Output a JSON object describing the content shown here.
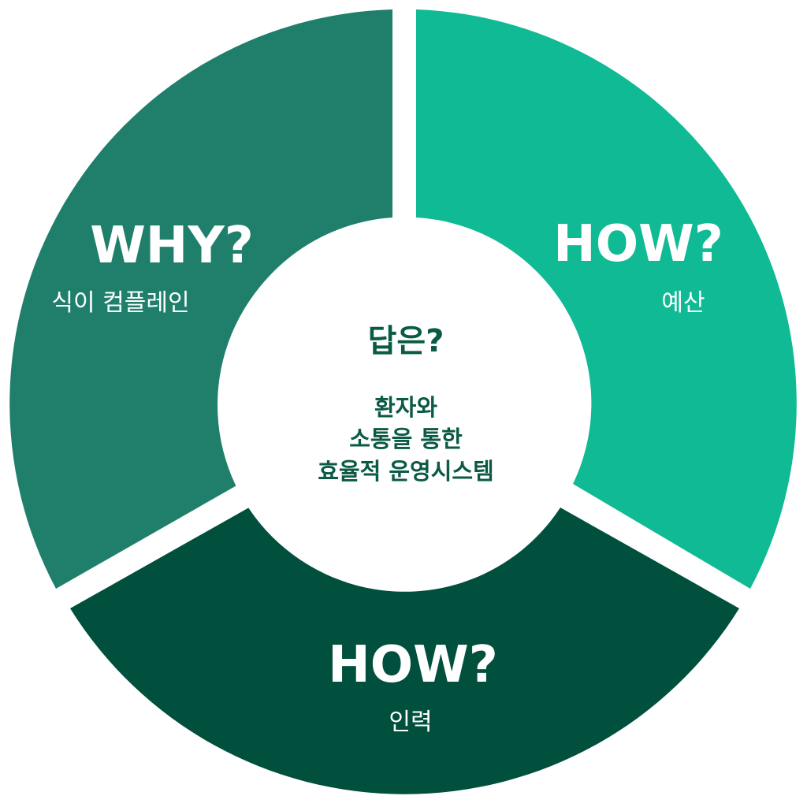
{
  "center": {
    "title": "답은?",
    "lines": [
      "환자와",
      "소통을 통한",
      "효율적 운영시스템"
    ]
  },
  "segments": [
    {
      "title": "WHY?",
      "subtitle": "식이 컴플레인",
      "color": "#1f7f6b"
    },
    {
      "title": "HOW?",
      "subtitle": "예산",
      "color": "#0fba94"
    },
    {
      "title": "HOW?",
      "subtitle": "인력",
      "color": "#014f3d"
    }
  ],
  "colors": {
    "background": "#ffffff",
    "center_fill": "#ffffff",
    "center_text": "#0b5a45",
    "segment_text": "#ffffff"
  }
}
